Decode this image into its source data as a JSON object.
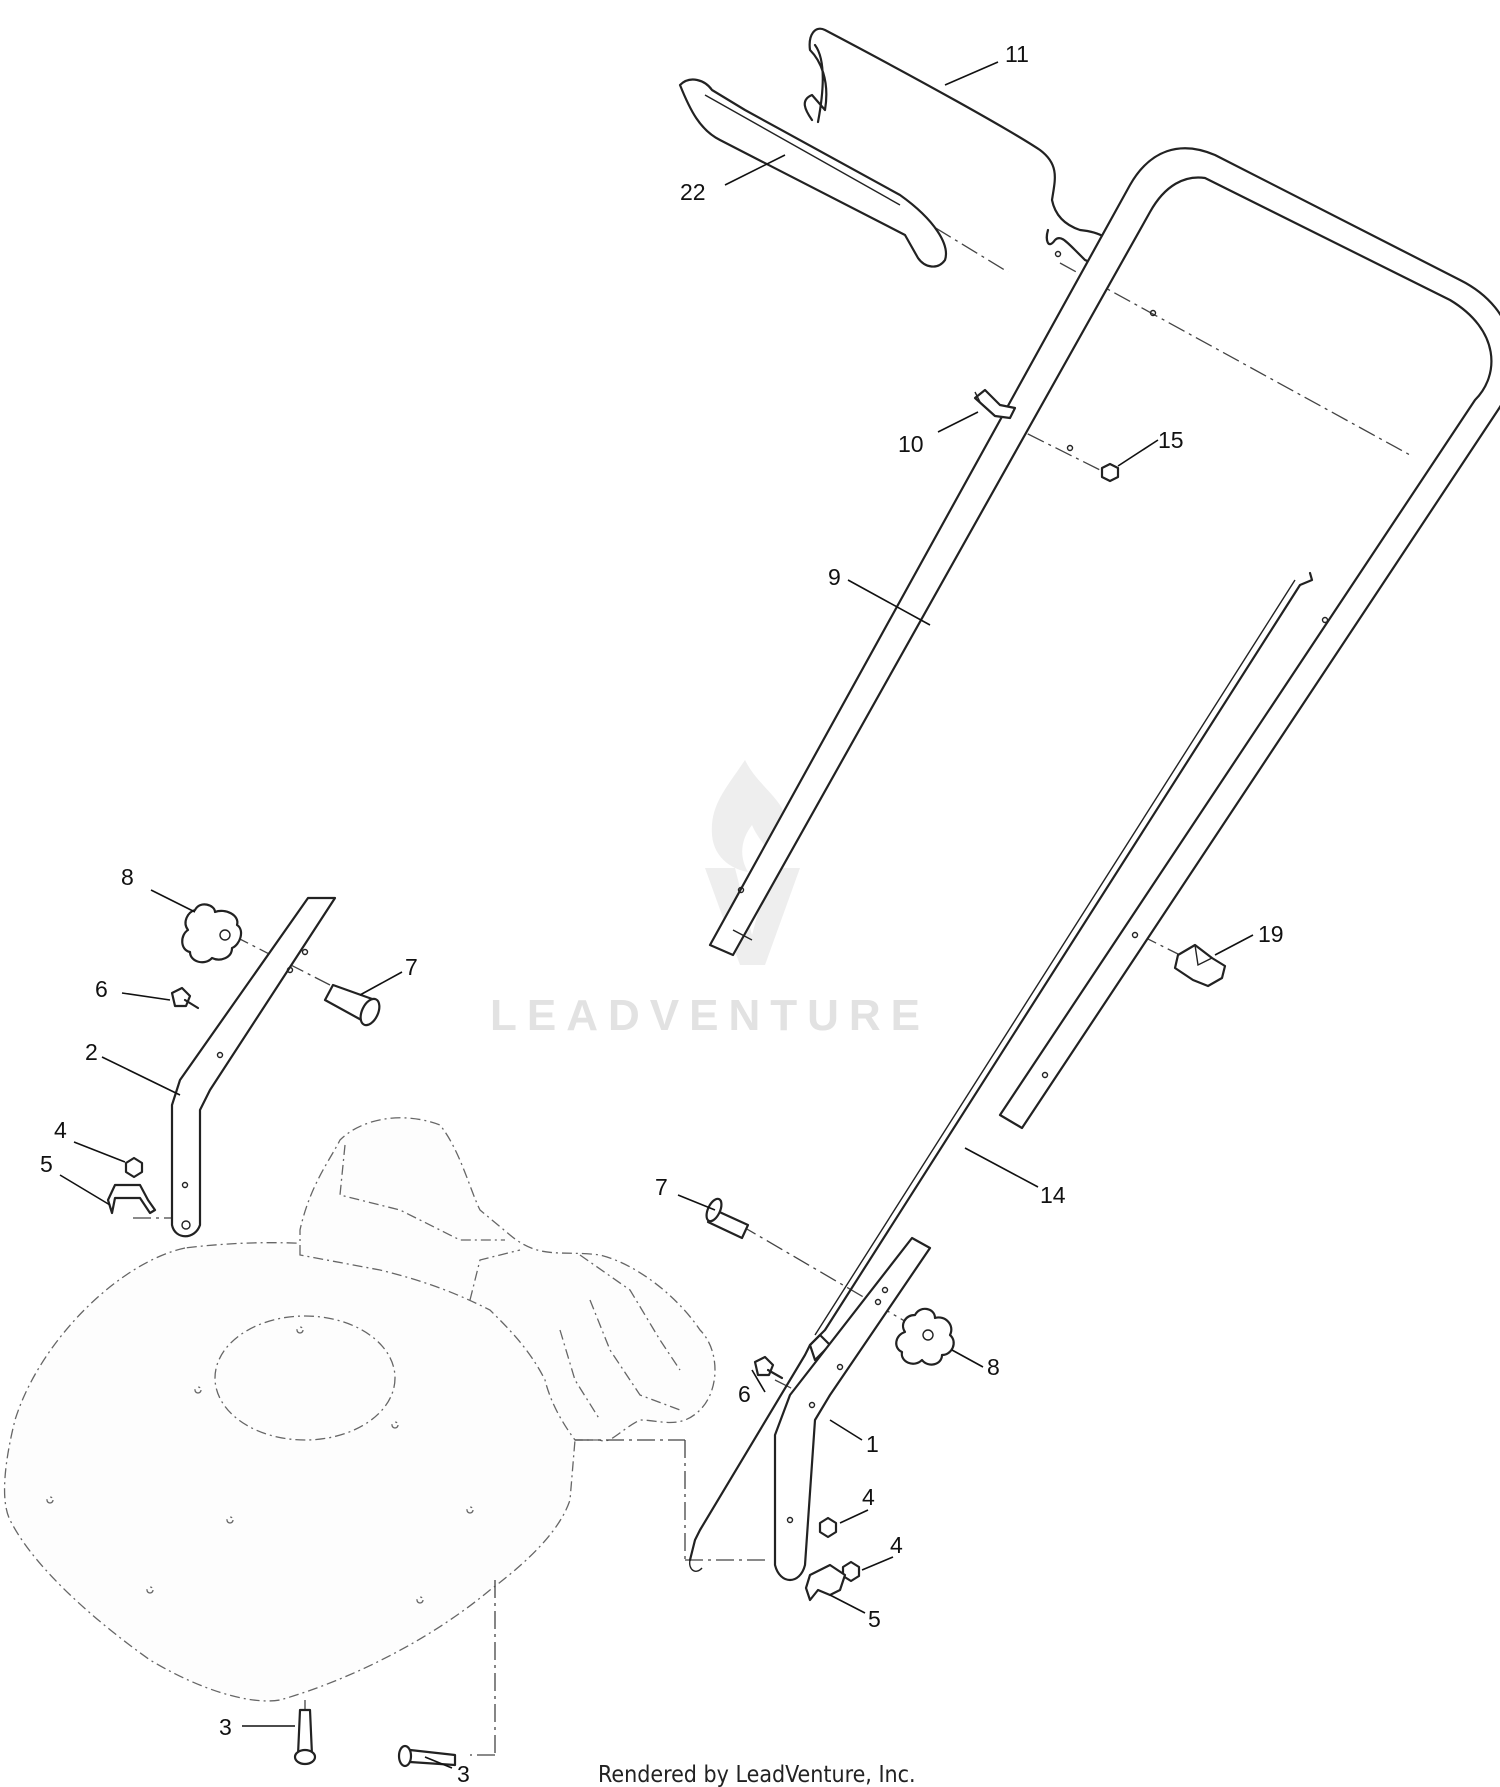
{
  "diagram": {
    "watermark": "LEADVENTURE",
    "credit": "Rendered by LeadVenture, Inc.",
    "callouts": [
      {
        "id": "c11",
        "label": "11"
      },
      {
        "id": "c22",
        "label": "22"
      },
      {
        "id": "c10",
        "label": "10"
      },
      {
        "id": "c15",
        "label": "15"
      },
      {
        "id": "c9",
        "label": "9"
      },
      {
        "id": "c19",
        "label": "19"
      },
      {
        "id": "c8a",
        "label": "8"
      },
      {
        "id": "c7a",
        "label": "7"
      },
      {
        "id": "c6a",
        "label": "6"
      },
      {
        "id": "c2",
        "label": "2"
      },
      {
        "id": "c4a",
        "label": "4"
      },
      {
        "id": "c5a",
        "label": "5"
      },
      {
        "id": "c14",
        "label": "14"
      },
      {
        "id": "c7b",
        "label": "7"
      },
      {
        "id": "c8b",
        "label": "8"
      },
      {
        "id": "c6b",
        "label": "6"
      },
      {
        "id": "c1",
        "label": "1"
      },
      {
        "id": "c4b",
        "label": "4"
      },
      {
        "id": "c4c",
        "label": "4"
      },
      {
        "id": "c5b",
        "label": "5"
      },
      {
        "id": "c3a",
        "label": "3"
      },
      {
        "id": "c3b",
        "label": "3"
      }
    ]
  }
}
